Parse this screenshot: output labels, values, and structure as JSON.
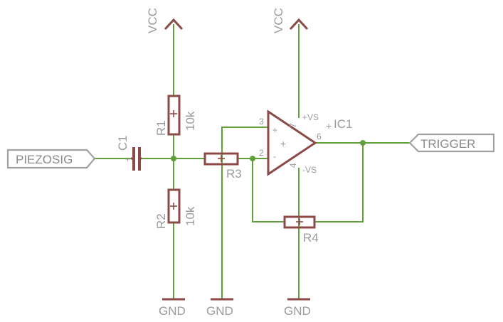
{
  "schematic": {
    "ports": {
      "input": "PIEZOSIG",
      "output": "TRIGGER"
    },
    "supplies": {
      "vcc": "VCC",
      "gnd": "GND"
    },
    "parts": {
      "c1": {
        "name": "C1"
      },
      "r1": {
        "name": "R1",
        "value": "10k"
      },
      "r2": {
        "name": "R2",
        "value": "10k"
      },
      "r3": {
        "name": "R3"
      },
      "r4": {
        "name": "R4"
      },
      "ic1": {
        "name": "IC1",
        "pin3": "3",
        "pin2": "2",
        "pin6": "6",
        "pin7": "7",
        "pin4": "4",
        "plus_vs": "+VS",
        "minus_vs": "-VS",
        "plus": "+",
        "minus": "-"
      }
    },
    "colors": {
      "wire": "#5f9e3a",
      "component": "#8b4a46",
      "text": "#9a9a9a"
    }
  }
}
